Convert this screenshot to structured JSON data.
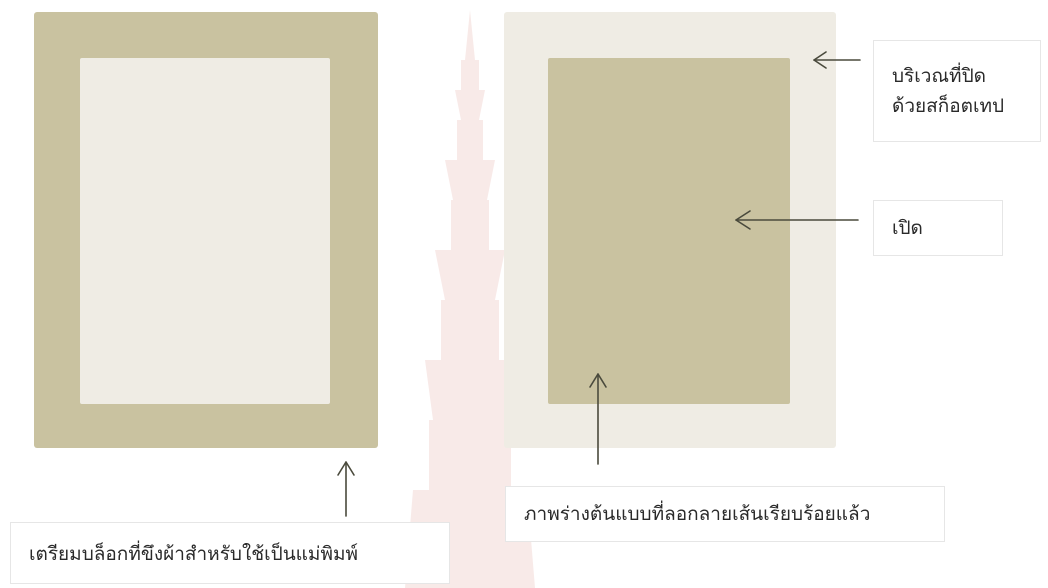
{
  "colors": {
    "frame_khaki": "#c9c2a0",
    "panel_cream": "#efece4",
    "arrow": "#4a4a3c",
    "watermark": "#c0392b"
  },
  "icons": {
    "watermark": "temple-spire-watermark-icon",
    "arrow": "arrow-icon"
  },
  "labels": {
    "taped_area": {
      "line1": "บริเวณที่ปิด",
      "line2": "ด้วยสก็อตเทป"
    },
    "open": "เปิด",
    "sketch": "ภาพร่างต้นแบบที่ลอกลายเส้นเรียบร้อยแล้ว",
    "block": "เตรียมบล็อกที่ขึงผ้าสำหรับใช้เป็นแม่พิมพ์"
  }
}
